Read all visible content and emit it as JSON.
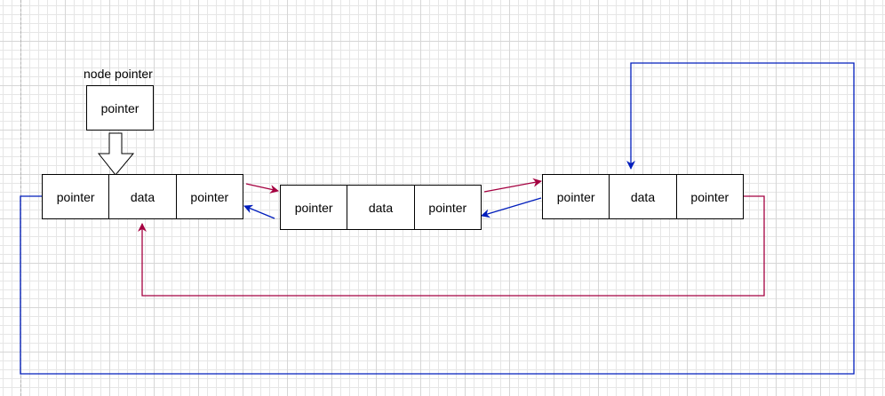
{
  "head": {
    "title": "node pointer",
    "box_label": "pointer"
  },
  "nodes": [
    {
      "cells": [
        "pointer",
        "data",
        "pointer"
      ]
    },
    {
      "cells": [
        "pointer",
        "data",
        "pointer"
      ]
    },
    {
      "cells": [
        "pointer",
        "data",
        "pointer"
      ]
    }
  ],
  "colors": {
    "forward_link": "#a50040",
    "backward_link": "#001dbc",
    "box_border": "#000000",
    "grid": "#e6e6e6"
  }
}
